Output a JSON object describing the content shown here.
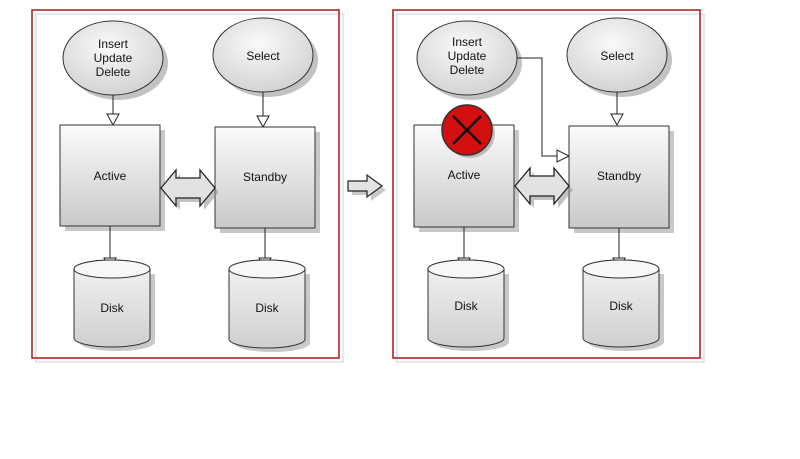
{
  "panels": [
    {
      "client_lines": [
        "Insert",
        "Update",
        "Delete"
      ],
      "reader_label": "Select",
      "primary_label": "Active",
      "secondary_label": "Standby",
      "disk_left_label": "Disk",
      "disk_right_label": "Disk",
      "primary_failed": false,
      "writes_to_secondary": false
    },
    {
      "client_lines": [
        "Insert",
        "Update",
        "Delete"
      ],
      "reader_label": "Select",
      "primary_label": "Active",
      "secondary_label": "Standby",
      "disk_left_label": "Disk",
      "disk_right_label": "Disk",
      "primary_failed": true,
      "writes_to_secondary": true
    }
  ],
  "colors": {
    "frame": "#b01515",
    "failure": "#d40f0f",
    "node_top": "#fbfbfb",
    "node_bottom": "#c9c9c9",
    "arrow_fill": "#e2e2e2",
    "stroke": "#222222"
  },
  "icons": {
    "failure": "red-x-circle-icon",
    "transition": "right-arrow-icon"
  }
}
